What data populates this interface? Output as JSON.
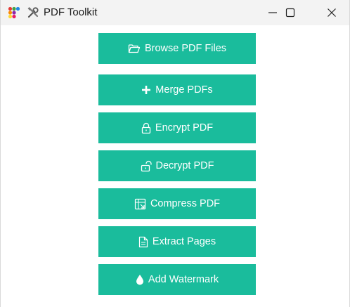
{
  "window": {
    "title": "PDF Toolkit",
    "app_icon": "app-dots-icon",
    "title_icon": "tools-icon"
  },
  "buttons": [
    {
      "label": "Browse PDF Files",
      "icon": "folder-open-icon"
    },
    {
      "label": "Merge PDFs",
      "icon": "plus-icon"
    },
    {
      "label": "Encrypt PDF",
      "icon": "lock-icon"
    },
    {
      "label": "Decrypt PDF",
      "icon": "unlock-icon"
    },
    {
      "label": "Compress PDF",
      "icon": "compress-icon"
    },
    {
      "label": "Extract Pages",
      "icon": "file-icon"
    },
    {
      "label": "Add Watermark",
      "icon": "droplet-icon"
    }
  ],
  "colors": {
    "button_bg": "#1abc9c",
    "button_text": "#ffffff",
    "titlebar_bg": "#f3f3f3"
  }
}
